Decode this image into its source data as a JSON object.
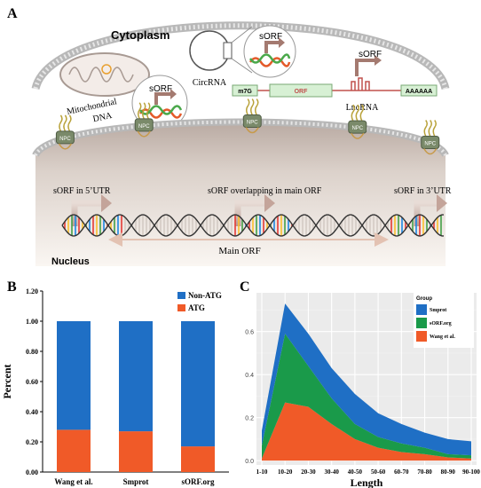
{
  "panel_a": {
    "letter": "A",
    "cytoplasm": "Cytoplasm",
    "circrna": "CircRNA",
    "mito_1": "Mitochondrial",
    "mito_2": "DNA",
    "sorf": "sORF",
    "m7g": "m7G",
    "orf": "ORF",
    "polya": "AAAAAA",
    "lncrna": "LncRNA",
    "npc": "NPC",
    "utr5": "sORF in 5’UTR",
    "overlap": "sORF overlapping in main ORF",
    "utr3": "sORF in 3’UTR",
    "main_orf": "Main ORF",
    "nucleus": "Nucleus"
  },
  "panel_b": {
    "letter": "B"
  },
  "panel_c": {
    "letter": "C"
  },
  "chart_data": [
    {
      "type": "bar",
      "stacked": true,
      "categories": [
        "Wang et al.",
        "Smprot",
        "sORF.org"
      ],
      "series": [
        {
          "name": "ATG",
          "values": [
            0.28,
            0.27,
            0.17
          ],
          "color": "#f05a28"
        },
        {
          "name": "Non-ATG",
          "values": [
            0.72,
            0.73,
            0.83
          ],
          "color": "#1f6fc5"
        }
      ],
      "ylabel": "Percent",
      "xlabel": "",
      "ylim": [
        0,
        1.2
      ],
      "yticks": [
        "0.00",
        "0.20",
        "0.40",
        "0.60",
        "0.80",
        "1.00",
        "1.20"
      ],
      "legend": "top-right"
    },
    {
      "type": "area",
      "stacked": true,
      "categories": [
        "1-10",
        "10-20",
        "20-30",
        "30-40",
        "40-50",
        "50-60",
        "60-70",
        "70-80",
        "80-90",
        "90-100"
      ],
      "series": [
        {
          "name": "Wang et al.",
          "values": [
            0.01,
            0.27,
            0.25,
            0.17,
            0.1,
            0.06,
            0.04,
            0.03,
            0.015,
            0.01
          ],
          "color": "#f05a28"
        },
        {
          "name": "sORF.org",
          "values": [
            0.06,
            0.32,
            0.19,
            0.12,
            0.07,
            0.05,
            0.04,
            0.03,
            0.015,
            0.015
          ],
          "color": "#1a9a4a"
        },
        {
          "name": "Smprot",
          "values": [
            0.07,
            0.14,
            0.15,
            0.14,
            0.14,
            0.11,
            0.09,
            0.07,
            0.07,
            0.065
          ],
          "color": "#1f6fc5"
        }
      ],
      "legend_title": "Group",
      "legend_order": [
        "Smprot",
        "sORF.org",
        "Wang et al."
      ],
      "xlabel": "Length",
      "ylabel": "",
      "ylim": [
        -0.02,
        0.78
      ],
      "yticks": [
        "0.0",
        "0.2",
        "0.4",
        "0.6"
      ],
      "grid": true,
      "legend": "top-right"
    }
  ]
}
